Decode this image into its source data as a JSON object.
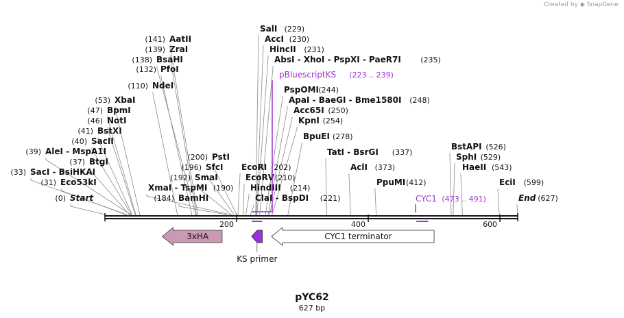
{
  "credit": {
    "prefix": "Created by",
    "brand": "SnapGene"
  },
  "plasmid": {
    "name": "pYC62",
    "length_label": "627 bp",
    "length": 627
  },
  "axis": {
    "ticks": [
      {
        "bp": 200,
        "label": "200"
      },
      {
        "bp": 400,
        "label": "400"
      },
      {
        "bp": 600,
        "label": "600"
      }
    ]
  },
  "sites": [
    {
      "name": "Start",
      "pos": "(0)",
      "bp": 0,
      "italic": true
    },
    {
      "name": "Eco53kI",
      "pos": "(31)",
      "bp": 31
    },
    {
      "name": "SacI - BsiHKAI",
      "pos": "(33)",
      "bp": 33
    },
    {
      "name": "BtgI",
      "pos": "(37)",
      "bp": 37
    },
    {
      "name": "AleI - MspA1I",
      "pos": "(39)",
      "bp": 39
    },
    {
      "name": "SacII",
      "pos": "(40)",
      "bp": 40
    },
    {
      "name": "BstXI",
      "pos": "(41)",
      "bp": 41
    },
    {
      "name": "NotI",
      "pos": "(46)",
      "bp": 46
    },
    {
      "name": "BpmI",
      "pos": "(47)",
      "bp": 47
    },
    {
      "name": "XbaI",
      "pos": "(53)",
      "bp": 53
    },
    {
      "name": "NdeI",
      "pos": "(110)",
      "bp": 110
    },
    {
      "name": "PfoI",
      "pos": "(132)",
      "bp": 132
    },
    {
      "name": "BsaHI",
      "pos": "(138)",
      "bp": 138
    },
    {
      "name": "ZraI",
      "pos": "(139)",
      "bp": 139
    },
    {
      "name": "AatII",
      "pos": "(141)",
      "bp": 141
    },
    {
      "name": "XmaI - TspMI",
      "pos": "(190)",
      "bp": 190
    },
    {
      "name": "BamHI",
      "pos": "(184)",
      "bp": 184
    },
    {
      "name": "SmaI",
      "pos": "(192)",
      "bp": 192
    },
    {
      "name": "SfcI",
      "pos": "(196)",
      "bp": 196
    },
    {
      "name": "PstI",
      "pos": "(200)",
      "bp": 200
    },
    {
      "name": "EcoRI",
      "pos": "(202)",
      "bp": 202
    },
    {
      "name": "EcoRV",
      "pos": "(210)",
      "bp": 210
    },
    {
      "name": "HindIII",
      "pos": "(214)",
      "bp": 214
    },
    {
      "name": "ClaI - BspDI",
      "pos": "(221)",
      "bp": 221
    },
    {
      "name": "SalI",
      "pos": "(229)",
      "bp": 229
    },
    {
      "name": "AccI",
      "pos": "(230)",
      "bp": 230
    },
    {
      "name": "HincII",
      "pos": "(231)",
      "bp": 231
    },
    {
      "name": "AbsI - XhoI - PspXI - PaeR7I",
      "pos": "(235)",
      "bp": 235
    },
    {
      "name": "PspOMI",
      "pos": "(244)",
      "bp": 244
    },
    {
      "name": "ApaI - BaeGI - Bme1580I",
      "pos": "(248)",
      "bp": 248
    },
    {
      "name": "Acc65I",
      "pos": "(250)",
      "bp": 250
    },
    {
      "name": "KpnI",
      "pos": "(254)",
      "bp": 254
    },
    {
      "name": "BpuEI",
      "pos": "(278)",
      "bp": 278
    },
    {
      "name": "TatI - BsrGI",
      "pos": "(337)",
      "bp": 337
    },
    {
      "name": "AclI",
      "pos": "(373)",
      "bp": 373
    },
    {
      "name": "PpuMI",
      "pos": "(412)",
      "bp": 412
    },
    {
      "name": "BstAPI",
      "pos": "(526)",
      "bp": 526
    },
    {
      "name": "SphI",
      "pos": "(529)",
      "bp": 529
    },
    {
      "name": "HaeII",
      "pos": "(543)",
      "bp": 543
    },
    {
      "name": "EciI",
      "pos": "(599)",
      "bp": 599
    },
    {
      "name": "End",
      "pos": "(627)",
      "bp": 627,
      "italic": true
    }
  ],
  "primer_binding": [
    {
      "name": "pBluescriptKS",
      "range": "(223 .. 239)",
      "start": 223,
      "end": 239,
      "color": "#a030d0"
    },
    {
      "name": "CYC1",
      "range": "(473 .. 491)",
      "start": 473,
      "end": 491,
      "color": "#a030d0"
    }
  ],
  "features": [
    {
      "name": "3xHA",
      "start": 87,
      "end": 178,
      "direction": "reverse",
      "fill": "#cc99b4",
      "stroke": "#555555"
    },
    {
      "name": "KS primer",
      "start": 223,
      "end": 239,
      "direction": "reverse",
      "fill": "#9b30e0",
      "stroke": "#333333"
    },
    {
      "name": "CYC1 terminator",
      "start": 253,
      "end": 500,
      "direction": "reverse",
      "fill": "#ffffff",
      "stroke": "#555555"
    }
  ],
  "colors": {
    "backbone": "#111111",
    "primer": "#a030d0",
    "site_line": "#888888",
    "text": "#111111"
  }
}
